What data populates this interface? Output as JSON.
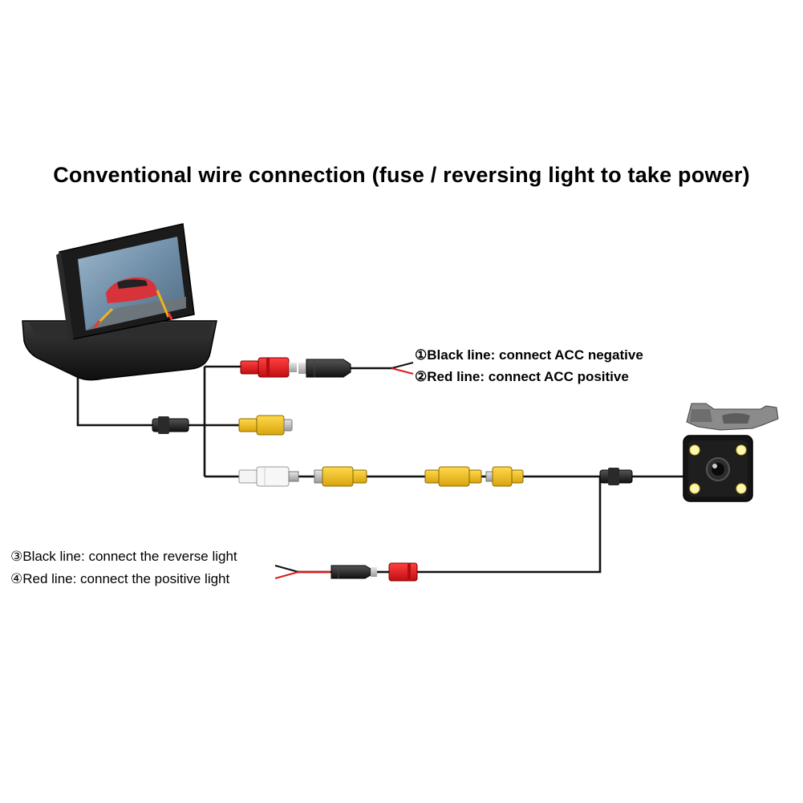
{
  "title": "Conventional wire connection (fuse / reversing light to take power)",
  "labels": {
    "acc_negative": "①Black line: connect ACC negative",
    "acc_positive": "②Red line: connect ACC positive",
    "reverse_light": "③Black line: connect the reverse light",
    "positive_light": "④Red line: connect the positive light"
  },
  "colors": {
    "wire": "#111111",
    "rca_red": "#e3171e",
    "rca_yellow": "#f2c21a",
    "rca_white": "#f4f4f4",
    "wire_red": "#d81e1e"
  },
  "icons": [
    "monitor-icon",
    "camera-icon",
    "rca-connector-icon",
    "dc-plug-icon"
  ]
}
